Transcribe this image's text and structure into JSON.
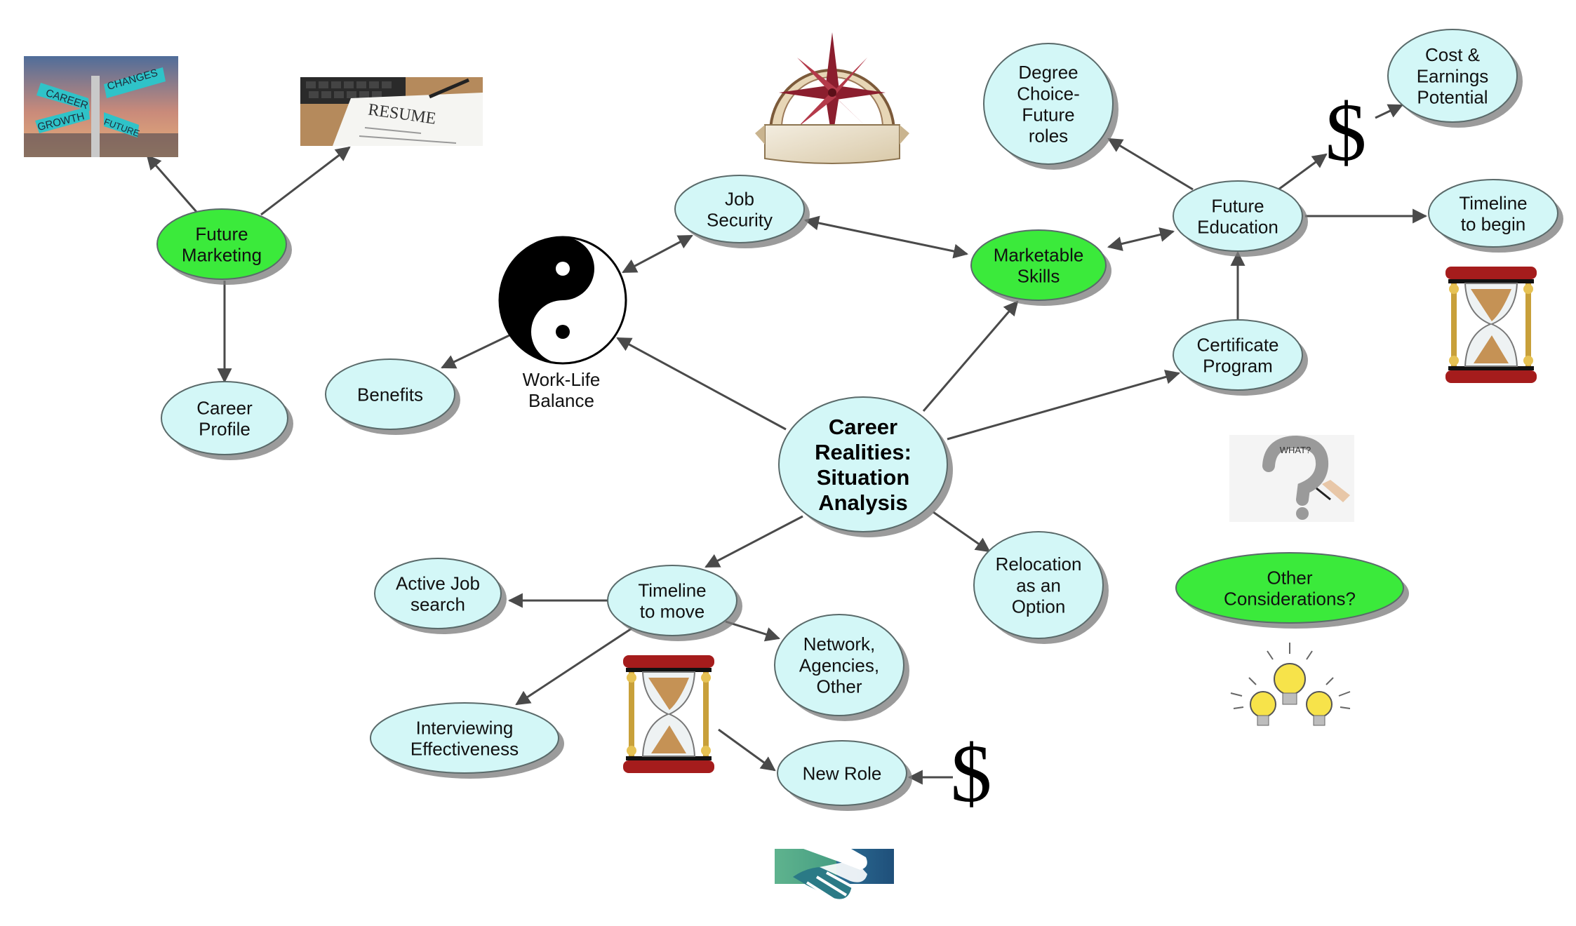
{
  "colors": {
    "node_fill": "#d3f7f7",
    "node_fill_green": "#3bea3b",
    "node_stroke": "#5a6a6a",
    "shadow": "#7a7a7a",
    "arrow": "#4a4a4a"
  },
  "nodes": [
    {
      "id": "center",
      "lines": [
        "Career",
        "Realities:",
        "Situation",
        "Analysis"
      ],
      "bold": true,
      "fill": "light"
    },
    {
      "id": "future-marketing",
      "lines": [
        "Future",
        "Marketing"
      ],
      "fill": "green"
    },
    {
      "id": "career-profile",
      "lines": [
        "Career",
        "Profile"
      ],
      "fill": "light"
    },
    {
      "id": "job-security",
      "lines": [
        "Job",
        "Security"
      ],
      "fill": "light"
    },
    {
      "id": "benefits",
      "lines": [
        "Benefits"
      ],
      "fill": "light"
    },
    {
      "id": "marketable-skills",
      "lines": [
        "Marketable",
        "Skills"
      ],
      "fill": "green"
    },
    {
      "id": "degree-choice",
      "lines": [
        "Degree",
        "Choice-",
        "Future",
        "roles"
      ],
      "fill": "light"
    },
    {
      "id": "cost-earnings",
      "lines": [
        "Cost &",
        "Earnings",
        "Potential"
      ],
      "fill": "light"
    },
    {
      "id": "future-education",
      "lines": [
        "Future",
        "Education"
      ],
      "fill": "light"
    },
    {
      "id": "timeline-begin",
      "lines": [
        "Timeline",
        "to begin"
      ],
      "fill": "light"
    },
    {
      "id": "certificate-program",
      "lines": [
        "Certificate",
        "Program"
      ],
      "fill": "light"
    },
    {
      "id": "relocation",
      "lines": [
        "Relocation",
        "as an",
        "Option"
      ],
      "fill": "light"
    },
    {
      "id": "timeline-move",
      "lines": [
        "Timeline",
        "to move"
      ],
      "fill": "light"
    },
    {
      "id": "active-job-search",
      "lines": [
        "Active Job",
        "search"
      ],
      "fill": "light"
    },
    {
      "id": "network",
      "lines": [
        "Network,",
        "Agencies,",
        "Other"
      ],
      "fill": "light"
    },
    {
      "id": "interviewing",
      "lines": [
        "Interviewing",
        "Effectiveness"
      ],
      "fill": "light"
    },
    {
      "id": "new-role",
      "lines": [
        "New Role"
      ],
      "fill": "light"
    },
    {
      "id": "other-considerations",
      "lines": [
        "Other",
        "Considerations?"
      ],
      "fill": "green"
    }
  ],
  "work_life_label": [
    "Work-Life",
    "Balance"
  ],
  "signpost": {
    "labels": [
      "CAREER",
      "CHANGES",
      "GROWTH",
      "FUTURE"
    ]
  },
  "resume_label": "RESUME",
  "dollar_symbol": "$",
  "question_words": "WHAT?",
  "icons": [
    "yin-yang-icon",
    "compass-icon",
    "signpost-icon",
    "resume-icon",
    "hourglass-icon",
    "dollar-icon",
    "handshake-icon",
    "question-mark-icon",
    "lightbulbs-icon"
  ]
}
